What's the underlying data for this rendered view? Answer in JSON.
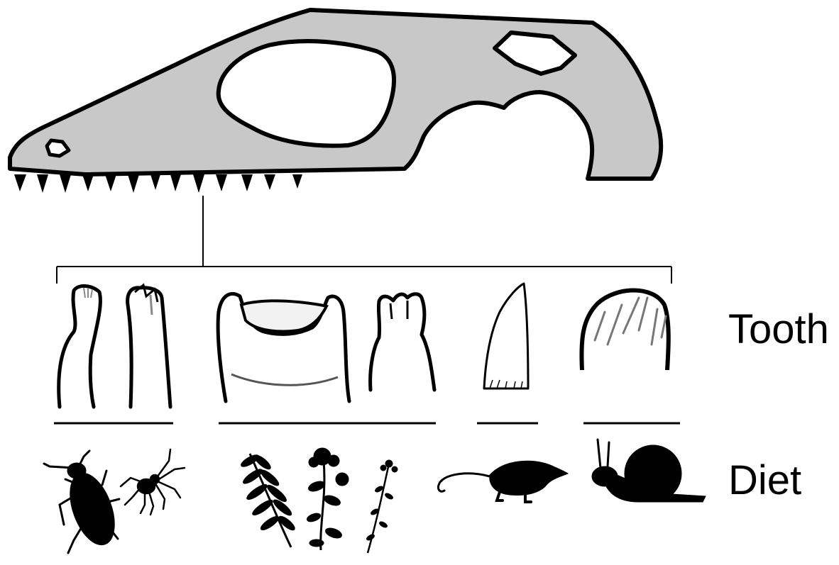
{
  "labels": {
    "tooth": "Tooth",
    "diet": "Diet"
  },
  "colors": {
    "skull_fill": "#c8c8c8",
    "outline": "#000000",
    "silhouette": "#000000",
    "tooth_fill": "#ffffff",
    "tooth_wear": "#888888"
  },
  "groups": [
    {
      "teeth": [
        "narrow-peg-tooth",
        "narrow-peg-tooth"
      ],
      "diet": [
        "insect-icon",
        "spider-icon"
      ]
    },
    {
      "teeth": [
        "wide-crowned-tooth",
        "cusped-tooth"
      ],
      "diet": [
        "fern-icon",
        "flowering-plant-icon",
        "wildflower-icon"
      ]
    },
    {
      "teeth": [
        "conical-tooth"
      ],
      "diet": [
        "shrew-icon"
      ]
    },
    {
      "teeth": [
        "rounded-crushing-tooth"
      ],
      "diet": [
        "snail-icon"
      ]
    }
  ]
}
